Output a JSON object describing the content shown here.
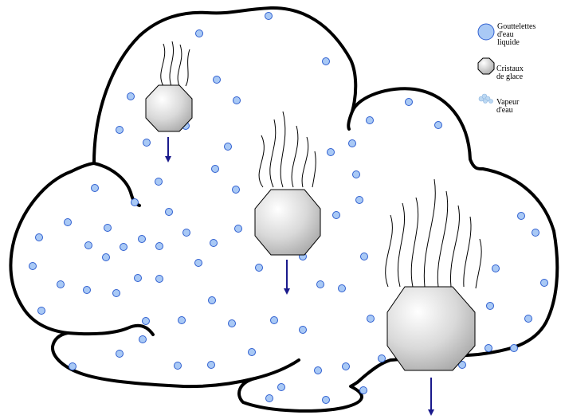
{
  "legend": {
    "droplets_label": "Gouttelettes d'eau\nliquide",
    "ice_label": "Cristaux de glace",
    "vapor_label": "Vapeur d'eau"
  },
  "colors": {
    "droplet_fill": "#a9c9f5",
    "droplet_stroke": "#2f5fd0",
    "cloud_outline": "#000000",
    "arrow": "#1a1a8c",
    "ice_fill_light": "#f7f7f7",
    "ice_fill_dark": "#bdbdbd"
  }
}
